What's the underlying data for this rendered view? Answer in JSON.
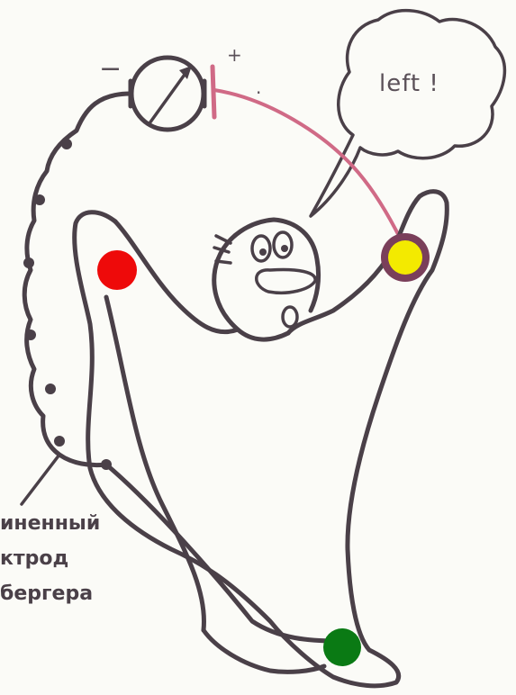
{
  "speech_bubble": {
    "text": "left !"
  },
  "caption": {
    "lines": [
      "иненный",
      "ктрод",
      "бергера"
    ]
  },
  "meter": {
    "minus_sign": "−",
    "plus_sign": "+",
    "dot_sign": "·"
  },
  "electrodes": {
    "right_arm": {
      "color": "#ee0a0a"
    },
    "left_arm": {
      "color": "#f3ea00",
      "ring": "#7a3f5a"
    },
    "foot": {
      "color": "#0a7a14"
    }
  },
  "wire_colors": {
    "positive_lead": "#d06a86",
    "ink": "#4a4048"
  }
}
